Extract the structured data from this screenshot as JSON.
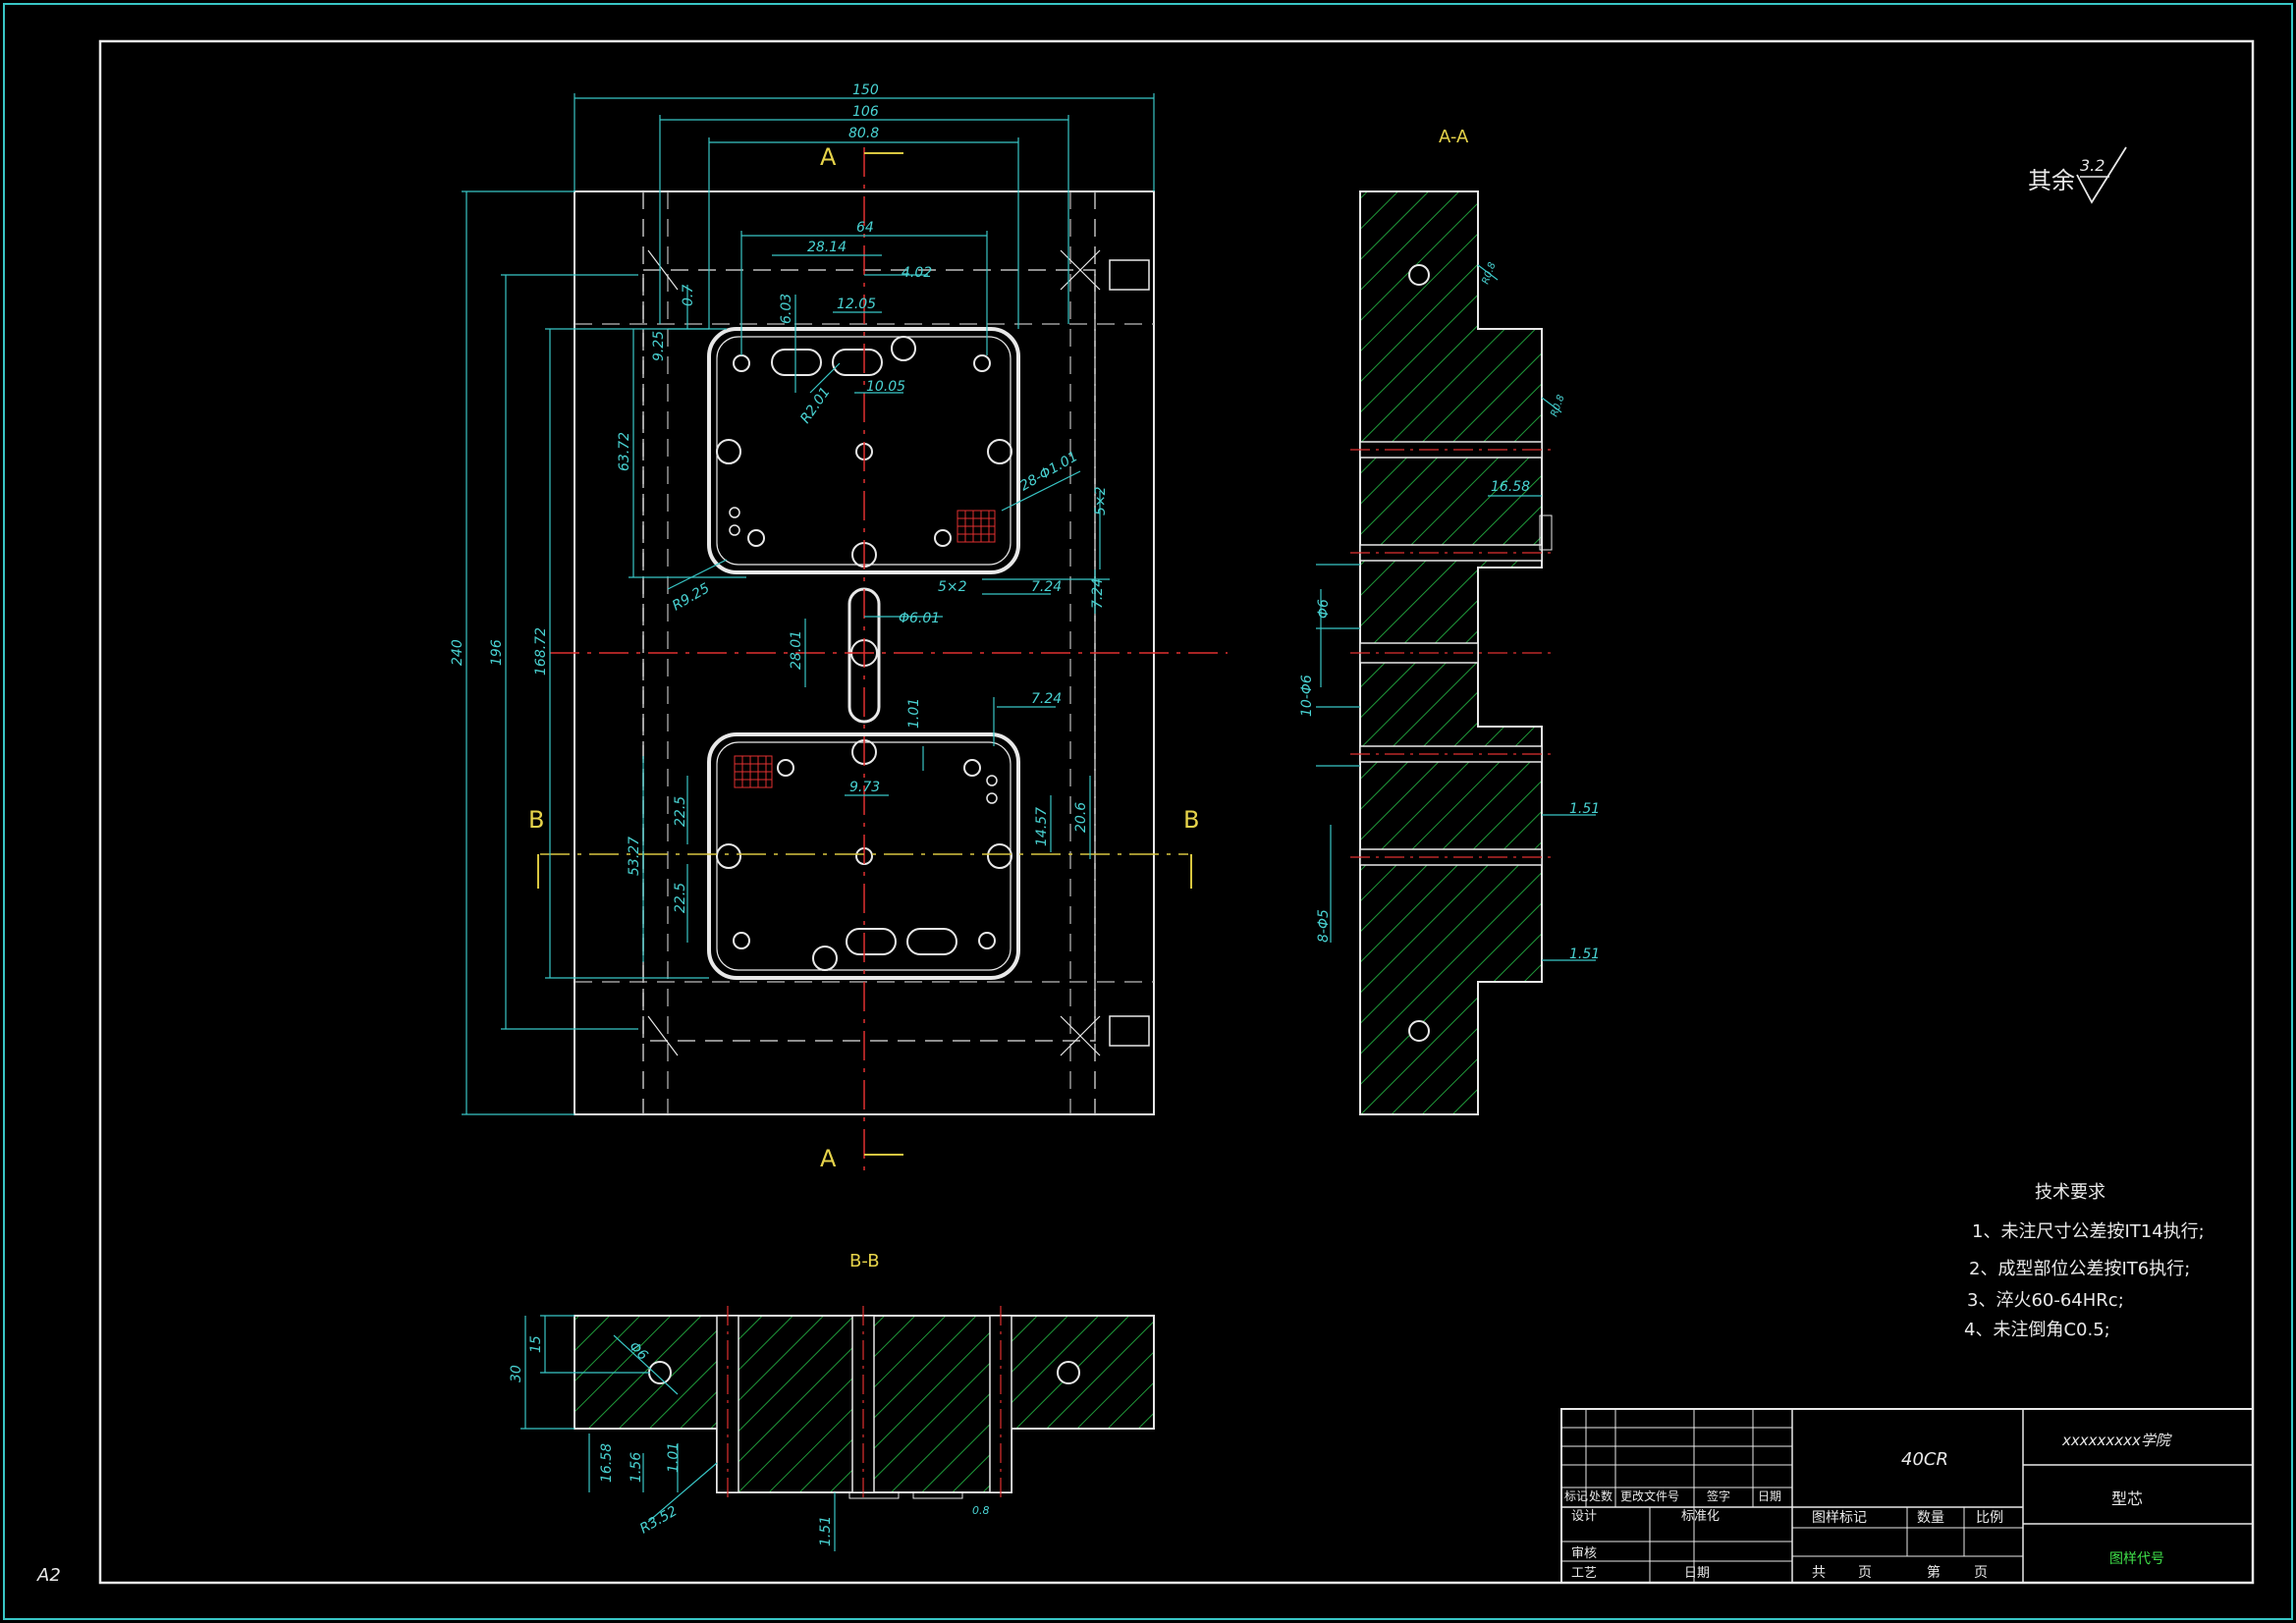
{
  "sheet": {
    "size_label": "A2"
  },
  "views": {
    "main_cut_top": "A",
    "main_cut_bottom": "A",
    "main_cut_left": "B",
    "main_cut_right": "B",
    "section_aa_title": "A-A",
    "section_bb_title": "B-B"
  },
  "roughness": {
    "label": "其余",
    "value": "3.2"
  },
  "dimensions_main": {
    "overall_width": "150",
    "d106": "106",
    "d80_8": "80.8",
    "d64": "64",
    "d28_14": "28.14",
    "d4_02": "4.02",
    "d12_05": "12.05",
    "d10_05": "10.05",
    "d6_03": "6.03",
    "d0_7": "0.7",
    "d9_25": "9.25",
    "d63_72": "63.72",
    "r2_01": "R2.01",
    "r9_25": "R9.25",
    "holes_28": "28-Φ1.01",
    "d5x2_v": "5×2",
    "d5x2_h": "5×2",
    "d7_24_a": "7.24",
    "d7_24_b": "7.24",
    "d7_24_c": "7.24",
    "phi6_01": "Φ6.01",
    "d28_01": "28.01",
    "d1_01": "1.01",
    "d9_73": "9.73",
    "d22_5_a": "22.5",
    "d22_5_b": "22.5",
    "d53_27": "53.27",
    "d14_57": "14.57",
    "d20_6": "20.6",
    "overall_height": "240",
    "d196": "196",
    "d168_72": "168.72"
  },
  "dimensions_aa": {
    "d16_58": "16.58",
    "phi6": "Φ6",
    "d10_phi6": "10-Φ6",
    "d8_phi5": "8-Φ5",
    "d1_51_a": "1.51",
    "d1_51_b": "1.51",
    "r_a": "R0.8",
    "r_b": "R0.8"
  },
  "dimensions_bb": {
    "d15": "15",
    "d30": "30",
    "phi_hole": "Φ6",
    "d16_58": "16.58",
    "d1_56": "1.56",
    "d1_01": "1.01",
    "r3_52": "R3.52",
    "d1_51": "1.51",
    "d0_8": "0.8"
  },
  "tech_requirements": {
    "title": "技术要求",
    "items": [
      "1、未注尺寸公差按IT14执行;",
      "2、成型部位公差按IT6执行;",
      "3、淬火60-64HRc;",
      "4、未注倒角C0.5;"
    ]
  },
  "title_block": {
    "material": "40CR",
    "school": "xxxxxxxxx学院",
    "part_name": "型芯",
    "drawing_no": "图样代号",
    "headers": [
      "标记",
      "处数",
      "更改文件号",
      "签字",
      "日期"
    ],
    "design": "设计",
    "standardize": "标准化",
    "review": "审核",
    "process": "工艺",
    "date": "日期",
    "drawing_mark": "图样标记",
    "quantity": "数量",
    "scale": "比例",
    "total": "共",
    "page": "页",
    "sheet_no": "第",
    "page2": "页"
  },
  "colors": {
    "outline": "#e8e8e8",
    "dimension": "#38c6c6",
    "center": "#e03030",
    "label": "#e6d34a",
    "hatch": "#1f9a3a",
    "green_text": "#3fe04a"
  }
}
